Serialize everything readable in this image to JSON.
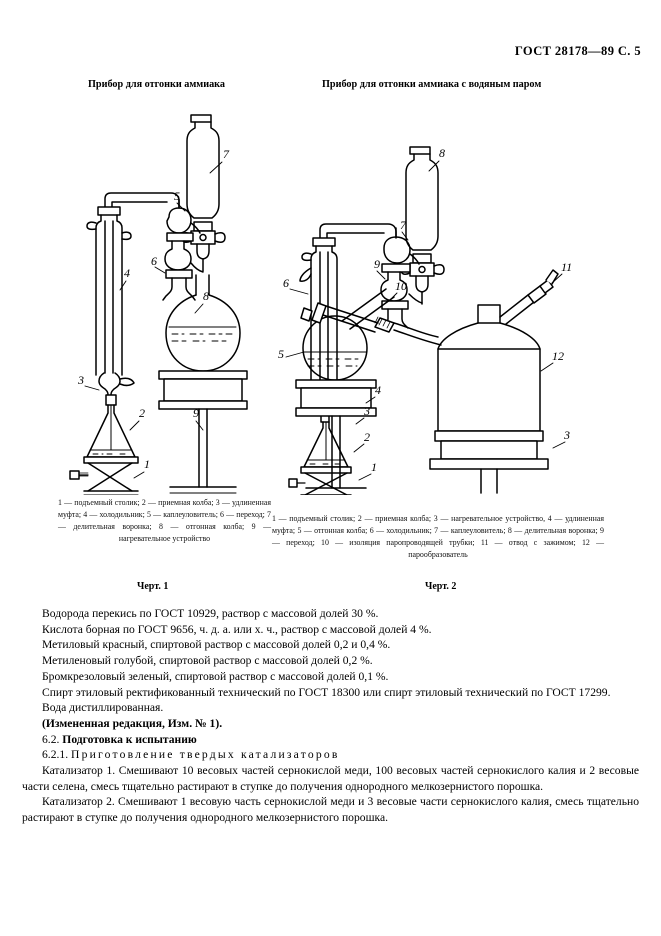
{
  "header": {
    "standard_ref": "ГОСТ 28178—89 С. 5"
  },
  "figures": {
    "left": {
      "title": "Прибор для отгонки аммиака",
      "number": "Черт. 1",
      "legend": "1 — подъемный столик; 2 — приемная колба; 3 — удлиненная муфта; 4 — холодильник; 5 — каплеуловитель; 6 — переход; 7 — делительная воронка; 8 — отгонная колба; 9 — нагревательное устройство",
      "callouts": [
        "1",
        "2",
        "3",
        "4",
        "5",
        "6",
        "7",
        "8",
        "9"
      ],
      "parts": [
        {
          "num": "1",
          "name": "подъемный столик"
        },
        {
          "num": "2",
          "name": "приемная колба"
        },
        {
          "num": "3",
          "name": "удлиненная муфта"
        },
        {
          "num": "4",
          "name": "холодильник"
        },
        {
          "num": "5",
          "name": "каплеуловитель"
        },
        {
          "num": "6",
          "name": "переход"
        },
        {
          "num": "7",
          "name": "делительная воронка"
        },
        {
          "num": "8",
          "name": "отгонная колба"
        },
        {
          "num": "9",
          "name": "нагревательное устройство"
        }
      ]
    },
    "right": {
      "title": "Прибор для отгонки аммиака с водяным паром",
      "number": "Черт. 2",
      "legend": "1 — подъемный столик; 2 — приемная колба; 3 — нагревательное устройство, 4 — удлиненная муфта; 5 — отгонная колба; 6 — холодильник; 7 — каплеуловитель; 8 — делительная воронка; 9 — переход; 10 — изоляция паропроводящей трубки; 11 — отвод с зажимом; 12 — парообразователь",
      "callouts": [
        "1",
        "2",
        "3",
        "4",
        "5",
        "6",
        "7",
        "8",
        "9",
        "10",
        "11",
        "12"
      ],
      "parts": [
        {
          "num": "1",
          "name": "подъемный столик"
        },
        {
          "num": "2",
          "name": "приемная колба"
        },
        {
          "num": "3",
          "name": "нагревательное устройство"
        },
        {
          "num": "4",
          "name": "удлиненная муфта"
        },
        {
          "num": "5",
          "name": "отгонная колба"
        },
        {
          "num": "6",
          "name": "холодильник"
        },
        {
          "num": "7",
          "name": "каплеуловитель"
        },
        {
          "num": "8",
          "name": "делительная воронка"
        },
        {
          "num": "9",
          "name": "переход"
        },
        {
          "num": "10",
          "name": "изоляция паропроводящей трубки"
        },
        {
          "num": "11",
          "name": "отвод с зажимом"
        },
        {
          "num": "12",
          "name": "парообразователь"
        }
      ]
    }
  },
  "body": {
    "reagent_1": "Водорода перекись по ГОСТ 10929, раствор с массовой долей 30 %.",
    "reagent_2": "Кислота борная по ГОСТ 9656, ч. д. а. или х. ч., раствор с массовой долей 4 %.",
    "reagent_3": "Метиловый красный, спиртовой раствор с массовой долей 0,2 и 0,4 %.",
    "reagent_4": "Метиленовый голубой, спиртовой раствор с массовой долей 0,2 %.",
    "reagent_5": "Бромкрезоловый зеленый, спиртовой раствор с массовой долей 0,1 %.",
    "reagent_6": "Спирт этиловый ректификованный технический по ГОСТ 18300 или спирт этиловый технический по ГОСТ 17299.",
    "reagent_7": "Вода дистиллированная.",
    "amendment": "(Измененная редакция, Изм. № 1).",
    "section_62_num": "6.2.",
    "section_62_title": "Подготовка к испытанию",
    "section_621_num": "6.2.1.",
    "section_621_title": "Приготовление твердых катализаторов",
    "catalyst_1": "Катализатор 1. Смешивают 10 весовых частей сернокислой меди, 100 весовых частей сернокислого калия и 2 весовые части селена, смесь тщательно растирают в ступке до получения однородного мелкозернистого порошка.",
    "catalyst_2": "Катализатор 2. Смешивают 1 весовую часть сернокислой меди и 3 весовые части сернокислого калия, смесь тщательно растирают в ступке до получения однородного мелкозернистого порошка."
  },
  "colors": {
    "ink": "#000000",
    "paper": "#ffffff"
  }
}
